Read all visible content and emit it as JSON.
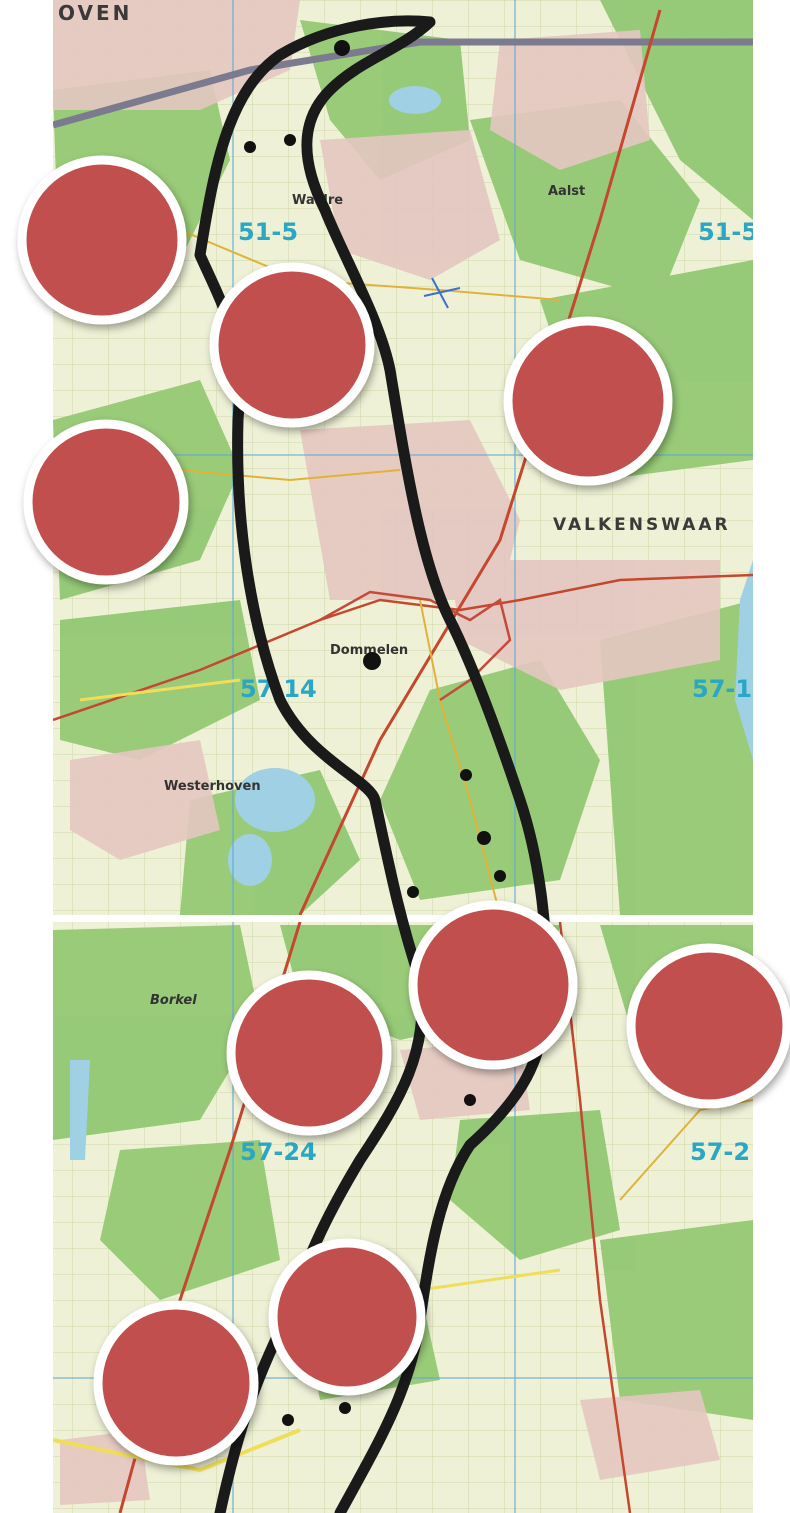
{
  "map": {
    "labels": {
      "oven": "OVEN",
      "waalre": "Waalre",
      "aalst": "Aalst",
      "valkenswaard": "VALKENSWAAR",
      "dommelen": "Dommelen",
      "westerhoven": "Westerhoven",
      "borkel": "Borkel",
      "grid_51_5a": "51-5",
      "grid_51_5b": "51-5",
      "grid_57_14": "57-14",
      "grid_57_1": "57-1",
      "grid_57_24": "57-24",
      "grid_57_2": "57-2"
    },
    "colors": {
      "marker_fill": "#c0504d",
      "marker_stroke": "#ffffff",
      "route": "#1a1a1a",
      "grid_label": "#2aa7c4",
      "forest": "#8cc26b",
      "field": "#eef0d8",
      "water": "#9ccde0",
      "urban": "#e3c9c4",
      "road": "#c0392b"
    }
  }
}
